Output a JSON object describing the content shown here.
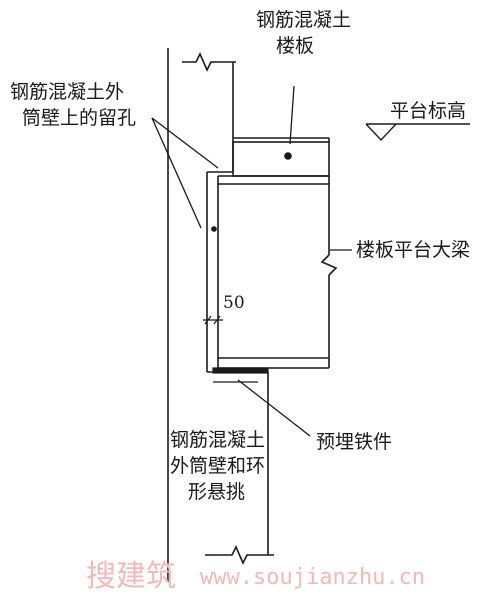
{
  "labels": {
    "slab_line1": "钢筋混凝土",
    "slab_line2": "楼板",
    "hole_line1": "钢筋混凝土外",
    "hole_line2": "筒壁上的留孔",
    "platform_level": "平台标高",
    "beam": "楼板平台大梁",
    "dimension": "50",
    "embedded_part": "预埋铁件",
    "wall_line1": "钢筋混凝土",
    "wall_line2": "外筒壁和环",
    "wall_line3": "形悬挑"
  },
  "watermark": {
    "chinese": "搜建筑",
    "url": "www.soujianzhu.cn",
    "color": "#f2b9b9"
  },
  "colors": {
    "line": "#1a1a1a",
    "background": "#ffffff"
  }
}
